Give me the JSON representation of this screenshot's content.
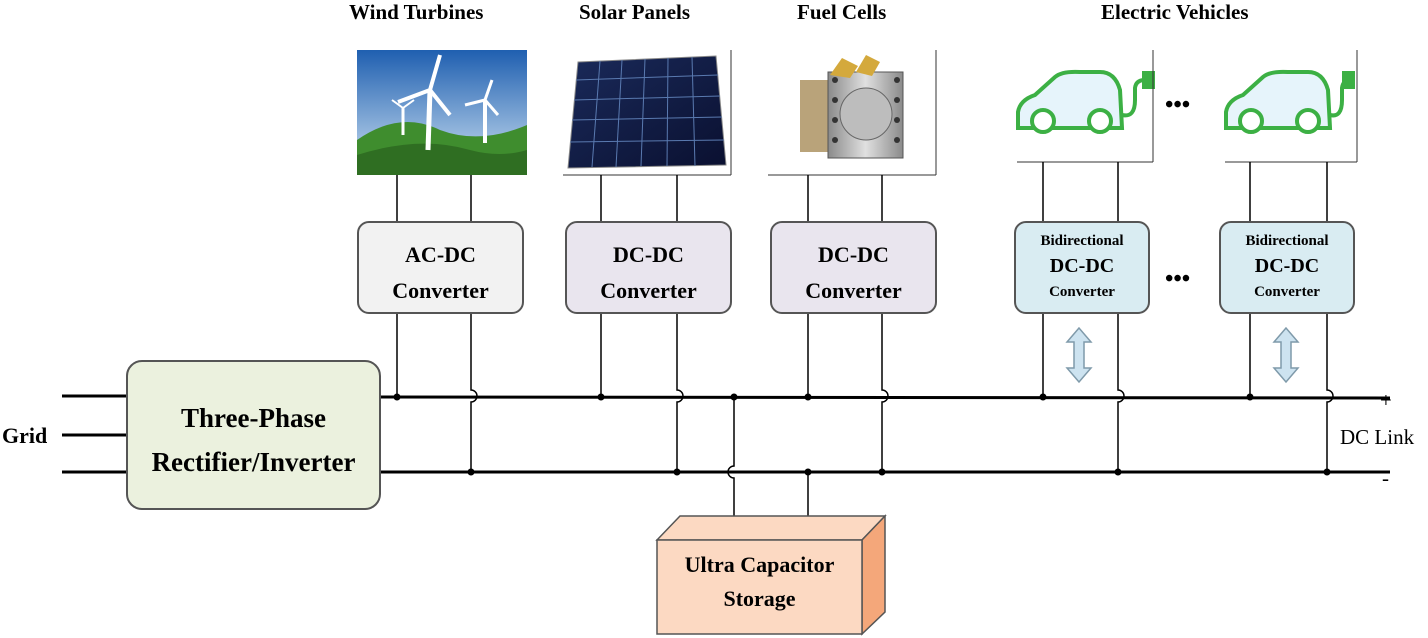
{
  "sources": {
    "wind_label": "Wind Turbines",
    "solar_label": "Solar Panels",
    "fuel_label": "Fuel Cells",
    "ev_label": "Electric Vehicles"
  },
  "converters": {
    "acdc": {
      "line1": "AC-DC",
      "line2": "Converter"
    },
    "dcdc_solar": {
      "line1": "DC-DC",
      "line2": "Converter"
    },
    "dcdc_fuel": {
      "line1": "DC-DC",
      "line2": "Converter"
    },
    "bidir1": {
      "line1": "Bidirectional",
      "line2": "DC-DC",
      "line3": "Converter"
    },
    "bidir2": {
      "line1": "Bidirectional",
      "line2": "DC-DC",
      "line3": "Converter"
    }
  },
  "ellipsis": "•••",
  "rectifier": {
    "line1": "Three-Phase",
    "line2": "Rectifier/Inverter"
  },
  "grid_label": "Grid",
  "dc_link": {
    "plus": "+",
    "label": "DC Link",
    "minus": "-"
  },
  "storage": {
    "line1": "Ultra Capacitor",
    "line2": "Storage"
  },
  "colors": {
    "acdc_fill": "#f2f2f2",
    "dcdc_fill": "#e9e5ee",
    "bidir_fill": "#d9ecf2",
    "rectifier_fill": "#ebf1de",
    "storage_front": "#fcd9c2",
    "storage_side": "#f4a77a",
    "ev_green": "#3cb044"
  }
}
